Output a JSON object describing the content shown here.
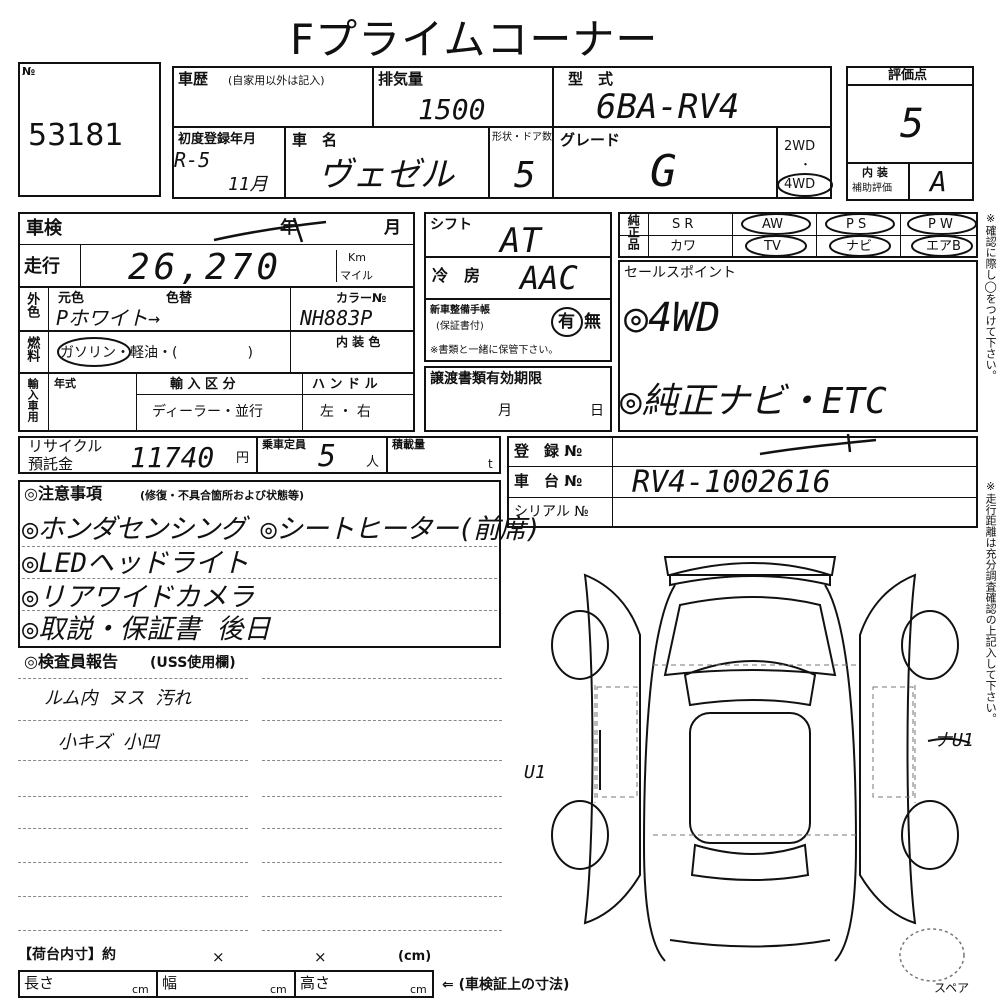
{
  "header": {
    "title": "Fプライムコーナー"
  },
  "lot": {
    "label": "№",
    "number": "53181"
  },
  "history": {
    "label": "車歴",
    "note": "(自家用以外は記入)"
  },
  "displacement": {
    "label": "排気量",
    "value": "1500"
  },
  "model_type": {
    "label": "型　式",
    "value": "6BA-RV4"
  },
  "rating": {
    "label": "評価点",
    "score": "5",
    "interior_label": "内 装",
    "interior_sub": "補助評価",
    "interior_value": "A"
  },
  "first_reg": {
    "label": "初度登録年月",
    "year": "R-5",
    "month": "11月"
  },
  "car_name": {
    "label": "車　名",
    "value": "ヴェゼル"
  },
  "doors": {
    "label": "形状・ドア数",
    "value": "5"
  },
  "grade": {
    "label": "グレード",
    "value": "G"
  },
  "drive": {
    "opt1": "2WD",
    "sep": "・",
    "opt2": "4WD"
  },
  "inspection": {
    "label": "車検",
    "year": "年",
    "month": "月"
  },
  "mileage": {
    "label": "走行",
    "value": "26,270",
    "unit_km": "Km",
    "unit_mile": "マイル"
  },
  "color": {
    "side_label": "外色",
    "orig_label": "元色",
    "change_label": "色替",
    "value": "Pホワイト→",
    "code_label": "カラー№",
    "code": "NH883P"
  },
  "fuel": {
    "side_label": "燃料",
    "options": "ガソリン・軽油・(　　　　　)",
    "interior_label": "内 装 色"
  },
  "import": {
    "side_label": "輸入車用",
    "year_label": "年式",
    "class_label": "輸 入 区 分",
    "class_value": "ディーラー・並行",
    "handle_label": "ハ ン ド ル",
    "handle_value": "左 ・ 右"
  },
  "shift": {
    "label": "シフト",
    "value": "AT"
  },
  "ac": {
    "label": "冷　房",
    "value": "AAC"
  },
  "manual": {
    "label": "新車整備手帳",
    "sub": "(保証書付)",
    "yes": "有",
    "no": "無",
    "note": "※書類と一緒に保管下さい。"
  },
  "equip": {
    "side_label": "純正品",
    "row1": [
      "S R",
      "AW",
      "P S",
      "P W"
    ],
    "row2": [
      "カワ",
      "TV",
      "ナビ",
      "エアB"
    ]
  },
  "sales": {
    "label": "セールスポイント",
    "line1": "◎4WD",
    "line2": "◎純正ナビ・ETC"
  },
  "transfer": {
    "label": "譲渡書類有効期限",
    "month": "月",
    "day": "日"
  },
  "recycle": {
    "label1": "リサイクル",
    "label2": "預託金",
    "value": "11740",
    "unit": "円"
  },
  "capacity": {
    "label": "乗車定員",
    "value": "5",
    "unit": "人"
  },
  "load": {
    "label": "積載量",
    "unit": "t"
  },
  "registration": {
    "label": "登　録 №"
  },
  "chassis": {
    "label": "車　台 №",
    "value": "RV4-1002616"
  },
  "serial": {
    "label": "シリアル №"
  },
  "notes": {
    "label": "◎注意事項",
    "sub": "(修復・不具合箇所および状態等)",
    "lines": [
      "◎ホンダセンシング ◎シートヒーター(前席)",
      "◎LEDヘッドライト",
      "◎リアワイドカメラ",
      "◎取説・保証書 後日"
    ]
  },
  "report": {
    "label": "◎検査員報告",
    "sub": "(USS使用欄)",
    "lines": [
      "ルム内 ヌス 汚れ",
      "小キズ 小凹"
    ]
  },
  "diagram": {
    "left_mark": "U1",
    "right_mark": "ナU1",
    "spare_label": "スペア"
  },
  "side_note": {
    "top": "※確認に際し◯をつけて下さい。",
    "bottom": "※走行距離は充分調査確認の上記入して下さい。"
  },
  "cargo": {
    "label": "【荷台内寸】約",
    "x1": "×",
    "x2": "×",
    "unit": "(cm)",
    "length": "長さ",
    "width": "幅",
    "height": "高さ",
    "cm": "cm",
    "note": "⇐ (車検証上の寸法)"
  }
}
